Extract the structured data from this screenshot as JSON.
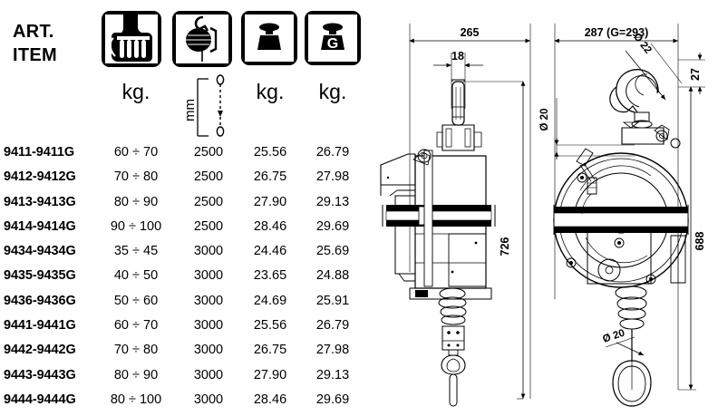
{
  "header": {
    "art_label": "ART.",
    "item_label": "ITEM",
    "columns": [
      {
        "id": "capacity",
        "icon": "hand-grip-icon",
        "unit": "kg."
      },
      {
        "id": "cable-travel",
        "icon": "balancer-cable-icon",
        "unit": "mm"
      },
      {
        "id": "weight",
        "icon": "weight-icon",
        "unit": "kg."
      },
      {
        "id": "weight-galvanized",
        "icon": "weight-g-icon",
        "unit": "kg."
      }
    ]
  },
  "table": {
    "rows": [
      {
        "item": "9411-9411G",
        "capacity": "60 ÷ 70",
        "travel": "2500",
        "weight": "25.56",
        "weight_g": "26.79"
      },
      {
        "item": "9412-9412G",
        "capacity": "70 ÷ 80",
        "travel": "2500",
        "weight": "26.75",
        "weight_g": "27.98"
      },
      {
        "item": "9413-9413G",
        "capacity": "80 ÷ 90",
        "travel": "2500",
        "weight": "27.90",
        "weight_g": "29.13"
      },
      {
        "item": "9414-9414G",
        "capacity": "90 ÷ 100",
        "travel": "2500",
        "weight": "28.46",
        "weight_g": "29.69"
      },
      {
        "item": "9434-9434G",
        "capacity": "35 ÷ 45",
        "travel": "3000",
        "weight": "24.46",
        "weight_g": "25.69"
      },
      {
        "item": "9435-9435G",
        "capacity": "40 ÷ 50",
        "travel": "3000",
        "weight": "23.65",
        "weight_g": "24.88"
      },
      {
        "item": "9436-9436G",
        "capacity": "50 ÷ 60",
        "travel": "3000",
        "weight": "24.69",
        "weight_g": "25.91"
      },
      {
        "item": "9441-9441G",
        "capacity": "60 ÷ 70",
        "travel": "3000",
        "weight": "25.56",
        "weight_g": "26.79"
      },
      {
        "item": "9442-9442G",
        "capacity": "70 ÷ 80",
        "travel": "3000",
        "weight": "26.75",
        "weight_g": "27.98"
      },
      {
        "item": "9443-9443G",
        "capacity": "80 ÷ 90",
        "travel": "3000",
        "weight": "27.90",
        "weight_g": "29.13"
      },
      {
        "item": "9444-9444G",
        "capacity": "80 ÷ 100",
        "travel": "3000",
        "weight": "28.46",
        "weight_g": "29.69"
      }
    ]
  },
  "drawings": {
    "side_view": {
      "name": "side-view",
      "width_dim": "265",
      "top_stem_dim": "18",
      "height_dim": "726"
    },
    "front_view": {
      "name": "front-view",
      "width_dim": "287 (G=293)",
      "hook_dia_dim": "Ø 22",
      "top_offset_dim": "27",
      "body_dia_dim": "Ø 20",
      "height_dim": "688",
      "cable_hook_dia_dim": "Ø 20"
    }
  },
  "colors": {
    "line": "#000000",
    "background": "#ffffff",
    "fill_light": "#f2f2f2"
  }
}
